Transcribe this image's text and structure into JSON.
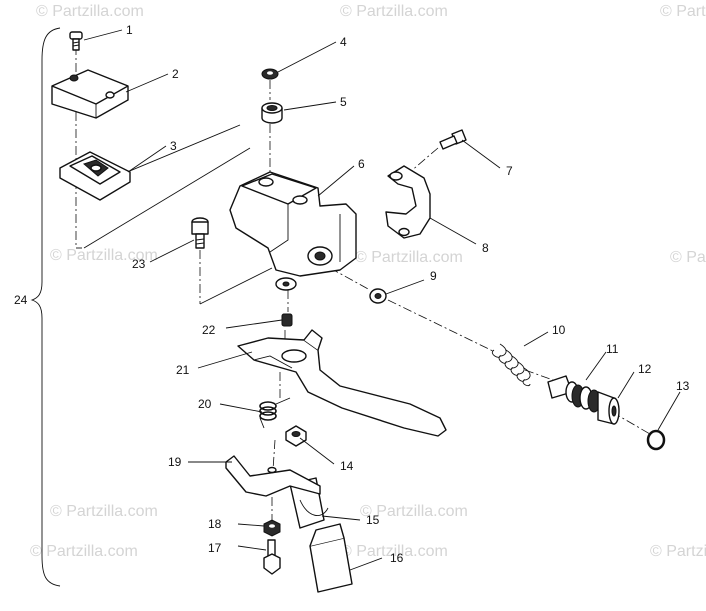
{
  "watermark": {
    "text": "© Partzilla.com"
  },
  "callouts": {
    "c1": "1",
    "c2": "2",
    "c3": "3",
    "c4": "4",
    "c5": "5",
    "c6": "6",
    "c7": "7",
    "c8": "8",
    "c9": "9",
    "c10": "10",
    "c11": "11",
    "c12": "12",
    "c13": "13",
    "c14": "14",
    "c15": "15",
    "c16": "16",
    "c17": "17",
    "c18": "18",
    "c19": "19",
    "c20": "20",
    "c21": "21",
    "c22": "22",
    "c23": "23",
    "c24": "24"
  }
}
